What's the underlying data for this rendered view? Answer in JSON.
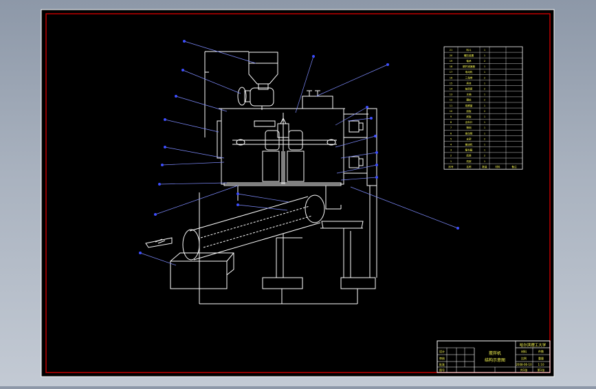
{
  "colors": {
    "background": "#000000",
    "frame_outer": "#ffffff",
    "frame_inner": "#c00000",
    "linework": "#ffffff",
    "leader": "#2f3fff",
    "title_text": "#ffff55",
    "table_text": "#ffff55"
  },
  "parts_table": {
    "rows": [
      {
        "num": "21",
        "name": "料斗",
        "qty": "1"
      },
      {
        "num": "20",
        "name": "碾压装置",
        "qty": "1"
      },
      {
        "num": "19",
        "name": "轴承",
        "qty": "2"
      },
      {
        "num": "18",
        "name": "蜗杆减速器",
        "qty": "1"
      },
      {
        "num": "17",
        "name": "电动机",
        "qty": "1"
      },
      {
        "num": "16",
        "name": "三角带",
        "qty": "2"
      },
      {
        "num": "15",
        "name": "壳体",
        "qty": "1"
      },
      {
        "num": "14",
        "name": "轴承座",
        "qty": "2"
      },
      {
        "num": "13",
        "name": "主轴",
        "qty": "1"
      },
      {
        "num": "12",
        "name": "碾轮",
        "qty": "2"
      },
      {
        "num": "11",
        "name": "观察窗",
        "qty": "1"
      },
      {
        "num": "10",
        "name": "刮板",
        "qty": "2"
      },
      {
        "num": "9",
        "name": "底板",
        "qty": "1"
      },
      {
        "num": "8",
        "name": "出料口",
        "qty": "1"
      },
      {
        "num": "7",
        "name": "筛网",
        "qty": "1"
      },
      {
        "num": "6",
        "name": "振动筛",
        "qty": "1"
      },
      {
        "num": "5",
        "name": "支架",
        "qty": "2"
      },
      {
        "num": "4",
        "name": "输送机",
        "qty": "1"
      },
      {
        "num": "3",
        "name": "集料箱",
        "qty": "1"
      },
      {
        "num": "2",
        "name": "底座",
        "qty": "2"
      },
      {
        "num": "1",
        "name": "机架",
        "qty": "1"
      }
    ],
    "header": {
      "num": "序号",
      "name": "名称",
      "qty": "数量",
      "material": "材料",
      "remark": "备注"
    }
  },
  "title_block": {
    "school": "哈尔滨理工大学",
    "drawing_title_line1": "搅拌机",
    "drawing_title_line2": "结构示意图",
    "date": "2008-06-10",
    "scale": "1:10",
    "sheet": "共1张",
    "sheet2": "第1张",
    "labels": {
      "design": "设计",
      "check": "审核",
      "approve": "批准",
      "drawing_no": "图号",
      "scale_label": "比例",
      "weight": "重量",
      "material": "材料",
      "count": "件数"
    }
  }
}
